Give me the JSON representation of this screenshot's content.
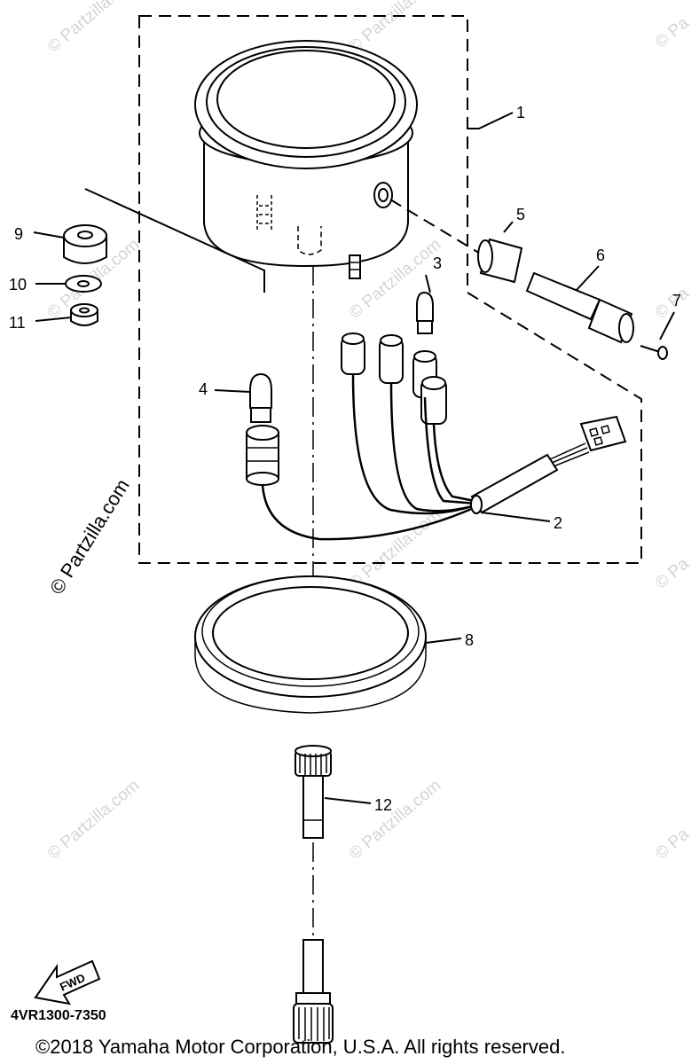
{
  "diagram": {
    "part_labels": {
      "p1": "1",
      "p2": "2",
      "p3": "3",
      "p4": "4",
      "p5": "5",
      "p6": "6",
      "p7": "7",
      "p8": "8",
      "p9": "9",
      "p10": "10",
      "p11": "11",
      "p12": "12"
    },
    "fwd_label": "FWD",
    "diagram_code": "4VR1300-7350",
    "copyright": "©2018 Yamaha Motor Corporation, U.S.A. All rights reserved.",
    "watermark": "© Partzilla.com",
    "watermark_short": "© Pa"
  }
}
